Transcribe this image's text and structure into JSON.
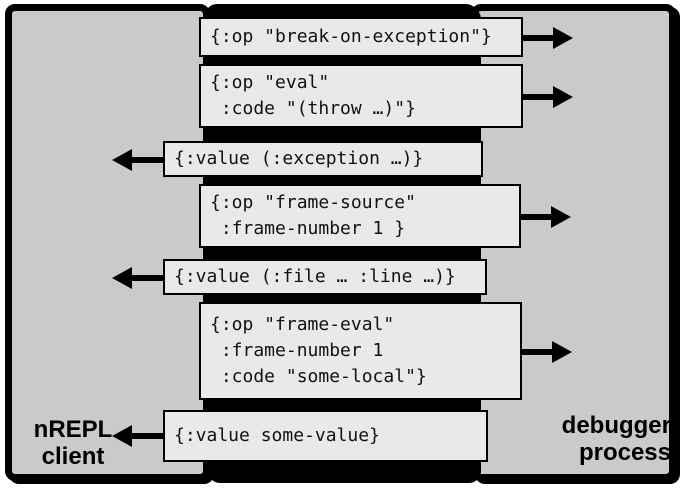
{
  "diagram": {
    "title_hint": "nREPL debugger message flow",
    "left_panel": {
      "label_line1": "nREPL",
      "label_line2": "client"
    },
    "right_panel": {
      "label_line1": "debugger",
      "label_line2": "process"
    },
    "colors": {
      "panel_gray": "#cacaca",
      "message_box_fill": "#e9e9e9",
      "channel_black": "#000000",
      "background": "#ffffff"
    },
    "messages": [
      {
        "direction": "to-debugger",
        "lines": [
          "{:op \"break-on-exception\"}"
        ]
      },
      {
        "direction": "to-debugger",
        "lines": [
          "{:op \"eval\"",
          " :code \"(throw …)\"}"
        ]
      },
      {
        "direction": "to-client",
        "lines": [
          "{:value (:exception …)}"
        ]
      },
      {
        "direction": "to-debugger",
        "lines": [
          "{:op \"frame-source\"",
          " :frame-number 1 }"
        ]
      },
      {
        "direction": "to-client",
        "lines": [
          "{:value (:file … :line …)}"
        ]
      },
      {
        "direction": "to-debugger",
        "lines": [
          "{:op \"frame-eval\"",
          " :frame-number 1",
          " :code \"some-local\"}"
        ]
      },
      {
        "direction": "to-client",
        "lines": [
          "{:value some-value}"
        ]
      }
    ]
  }
}
